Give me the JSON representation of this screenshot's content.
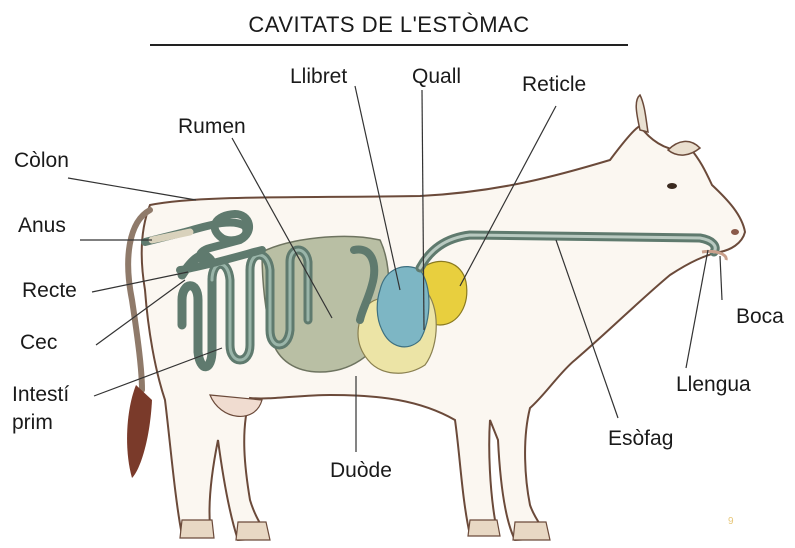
{
  "title": "CAVITATS DE L'ESTÒMAC",
  "labels": {
    "colon": "Còlon",
    "anus": "Anus",
    "recte": "Recte",
    "cec": "Cec",
    "intesti_line1": "Intestí",
    "intesti_line2": "prim",
    "rumen": "Rumen",
    "llibret": "Llibret",
    "quall": "Quall",
    "reticle": "Reticle",
    "duode": "Duòde",
    "esofag": "Esòfag",
    "llengua": "Llengua",
    "boca": "Boca"
  },
  "corner_mark": "9",
  "colors": {
    "rumen": "#b9bfa4",
    "intestine": "#7f9a8e",
    "llibret": "#7db6c4",
    "reticle": "#e8cf3e",
    "quall": "#ece4a6",
    "cow_outline": "#6b4a3a",
    "tail_tuft": "#7a3a2a"
  }
}
